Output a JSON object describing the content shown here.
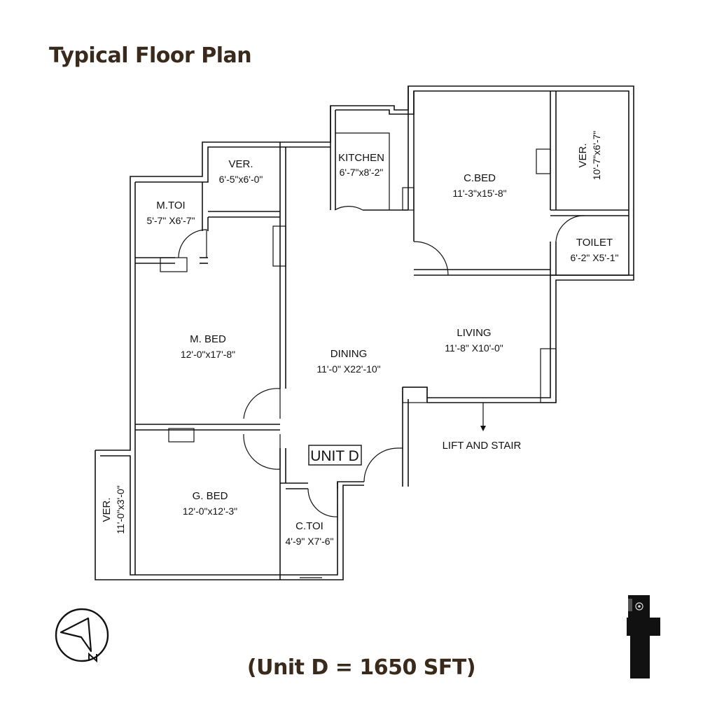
{
  "title": "Typical Floor Plan",
  "caption": "(Unit D = 1650 SFT)",
  "unit_label": "UNIT D",
  "lift_label": "LIFT AND STAIR",
  "rooms": {
    "kitchen": {
      "name": "KITCHEN",
      "size": "6'-7\"x8'-2\""
    },
    "c_bed": {
      "name": "C.BED",
      "size": "11'-3\"x15'-8\""
    },
    "ver_right": {
      "name": "VER.",
      "size": "10'-7\"x6'-7\""
    },
    "ver_top": {
      "name": "VER.",
      "size": "6'-5\"x6'-0\""
    },
    "m_toi": {
      "name": "M.TOI",
      "size": "5'-7\" X6'-7\""
    },
    "toilet": {
      "name": "TOILET",
      "size": "6'-2\" X5'-1\""
    },
    "m_bed": {
      "name": "M. BED",
      "size": "12'-0\"x17'-8\""
    },
    "dining": {
      "name": "DINING",
      "size": "11'-0\" X22'-10\""
    },
    "living": {
      "name": "LIVING",
      "size": "11'-8\" X10'-0\""
    },
    "g_bed": {
      "name": "G. BED",
      "size": "12'-0\"x12'-3\""
    },
    "ver_left": {
      "name": "VER.",
      "size": "11'-0\"x3'-0\""
    },
    "c_toi": {
      "name": "C.TOI",
      "size": "4'-9\" X7'-6\""
    }
  },
  "icons": {
    "compass": "north-arrow-icon",
    "key_plan": "key-plan-icon"
  },
  "colors": {
    "heading": "#3a2a1c",
    "line": "#111111"
  }
}
